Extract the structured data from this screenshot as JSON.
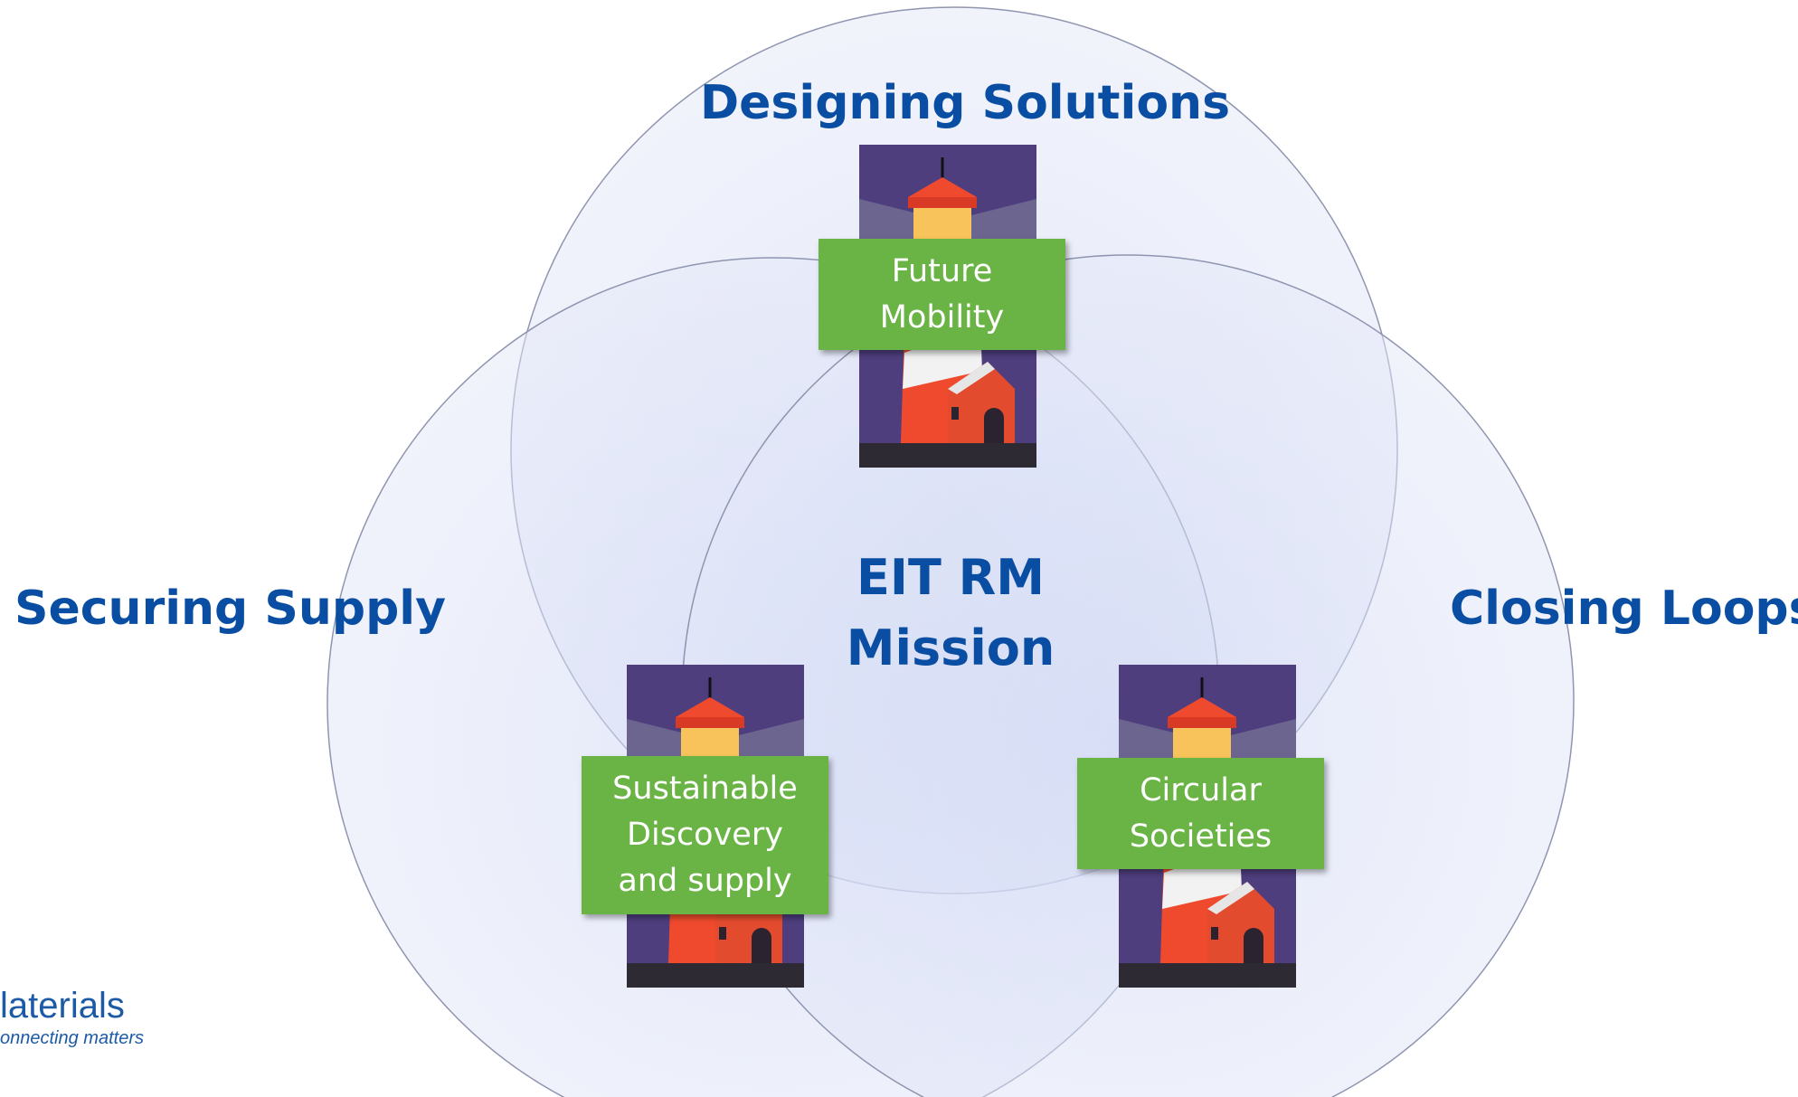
{
  "diagram": {
    "circles": {
      "top": "Designing Solutions",
      "left": "Securing Supply",
      "right": "Closing Loops"
    },
    "center": "EIT RM\nMission",
    "lighthouses": [
      {
        "label": "Future\nMobility"
      },
      {
        "label": "Sustainable\nDiscovery\nand supply"
      },
      {
        "label": "Circular\nSocieties"
      }
    ]
  },
  "logo": {
    "word": "laterials",
    "tagline": "onnecting matters"
  },
  "colors": {
    "title_blue": "#0a4ea3",
    "box_green": "#6ab445",
    "circle_fill": "#dfe4f7",
    "lighthouse_sky": "#4e3e7e",
    "lighthouse_red": "#f04a2e"
  }
}
